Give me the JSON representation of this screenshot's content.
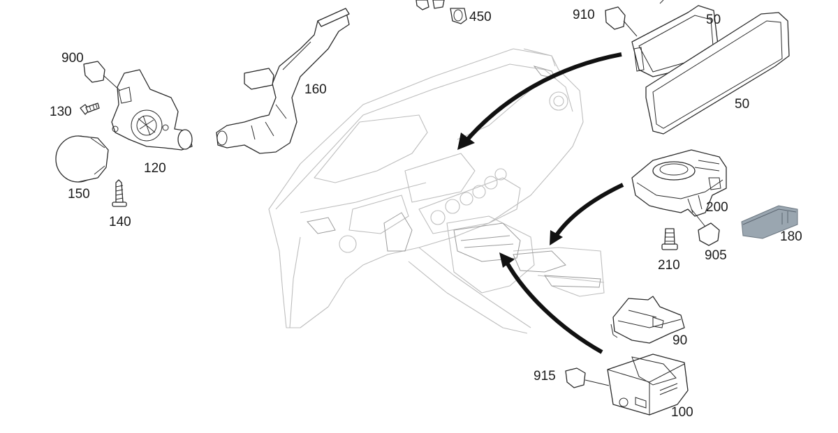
{
  "labels": {
    "p450": "450",
    "p910": "910",
    "p50a": "50",
    "p50b": "50",
    "p900": "900",
    "p130": "130",
    "p120": "120",
    "p150": "150",
    "p140": "140",
    "p160": "160",
    "p200": "200",
    "p905": "905",
    "p210": "210",
    "p180": "180",
    "p90": "90",
    "p915": "915",
    "p100": "100"
  },
  "colors": {
    "line": "#2a2a2a",
    "ghost": "#bdbdbd",
    "arrow": "#111111",
    "highlight_part": "#9aa6b0"
  }
}
